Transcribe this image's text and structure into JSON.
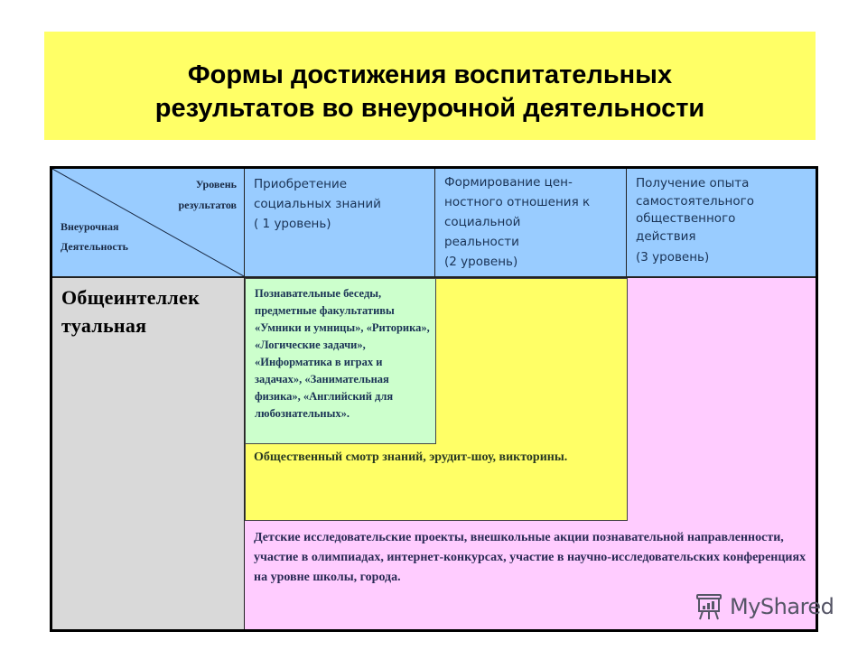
{
  "title": {
    "line1": "Формы достижения воспитательных",
    "line2": "результатов во внеурочной деятельности"
  },
  "table": {
    "corner": {
      "top_right_line1": "Уровень",
      "top_right_line2": "результатов",
      "bottom_left_line1": "Внеурочная",
      "bottom_left_line2": "Деятельность"
    },
    "columns": [
      {
        "lines": [
          "Приобретение",
          "социальных знаний",
          "( 1 уровень)"
        ]
      },
      {
        "lines": [
          "Формирование цен-",
          "ностного отношения к",
          "социальной",
          "реальности",
          "(2 уровень)"
        ]
      },
      {
        "lines": [
          "Получение опыта",
          "самостоятельного",
          "общественного",
          "действия",
          "(3 уровень)"
        ]
      }
    ],
    "row": {
      "label_line1": "Общеинтеллек",
      "label_line2": "туальная",
      "level1_text": "Познавательные беседы, предметные факультативы «Умники и умницы», «Риторика», «Логические задачи», «Информатика в играх и задачах», «Занимательная физика», «Английский для любознательных».",
      "level2_text": " Общественный смотр знаний, эрудит-шоу, викторины.",
      "level3_text": "Детские исследовательские проекты, внешкольные акции познавательной направленности, участие в олимпиадах, интернет-конкурсах, участие в научно-исследовательских конференциях на уровне школы, города."
    }
  },
  "colors": {
    "title_bg": "#ffff66",
    "header_bg": "#99ccff",
    "row_label_bg": "#d9d9d9",
    "level1_bg": "#ccffcc",
    "level2_bg": "#ffff66",
    "level3_bg": "#ffccff"
  },
  "watermark": {
    "icon": "presentation-board-icon",
    "text": "MyShared"
  }
}
